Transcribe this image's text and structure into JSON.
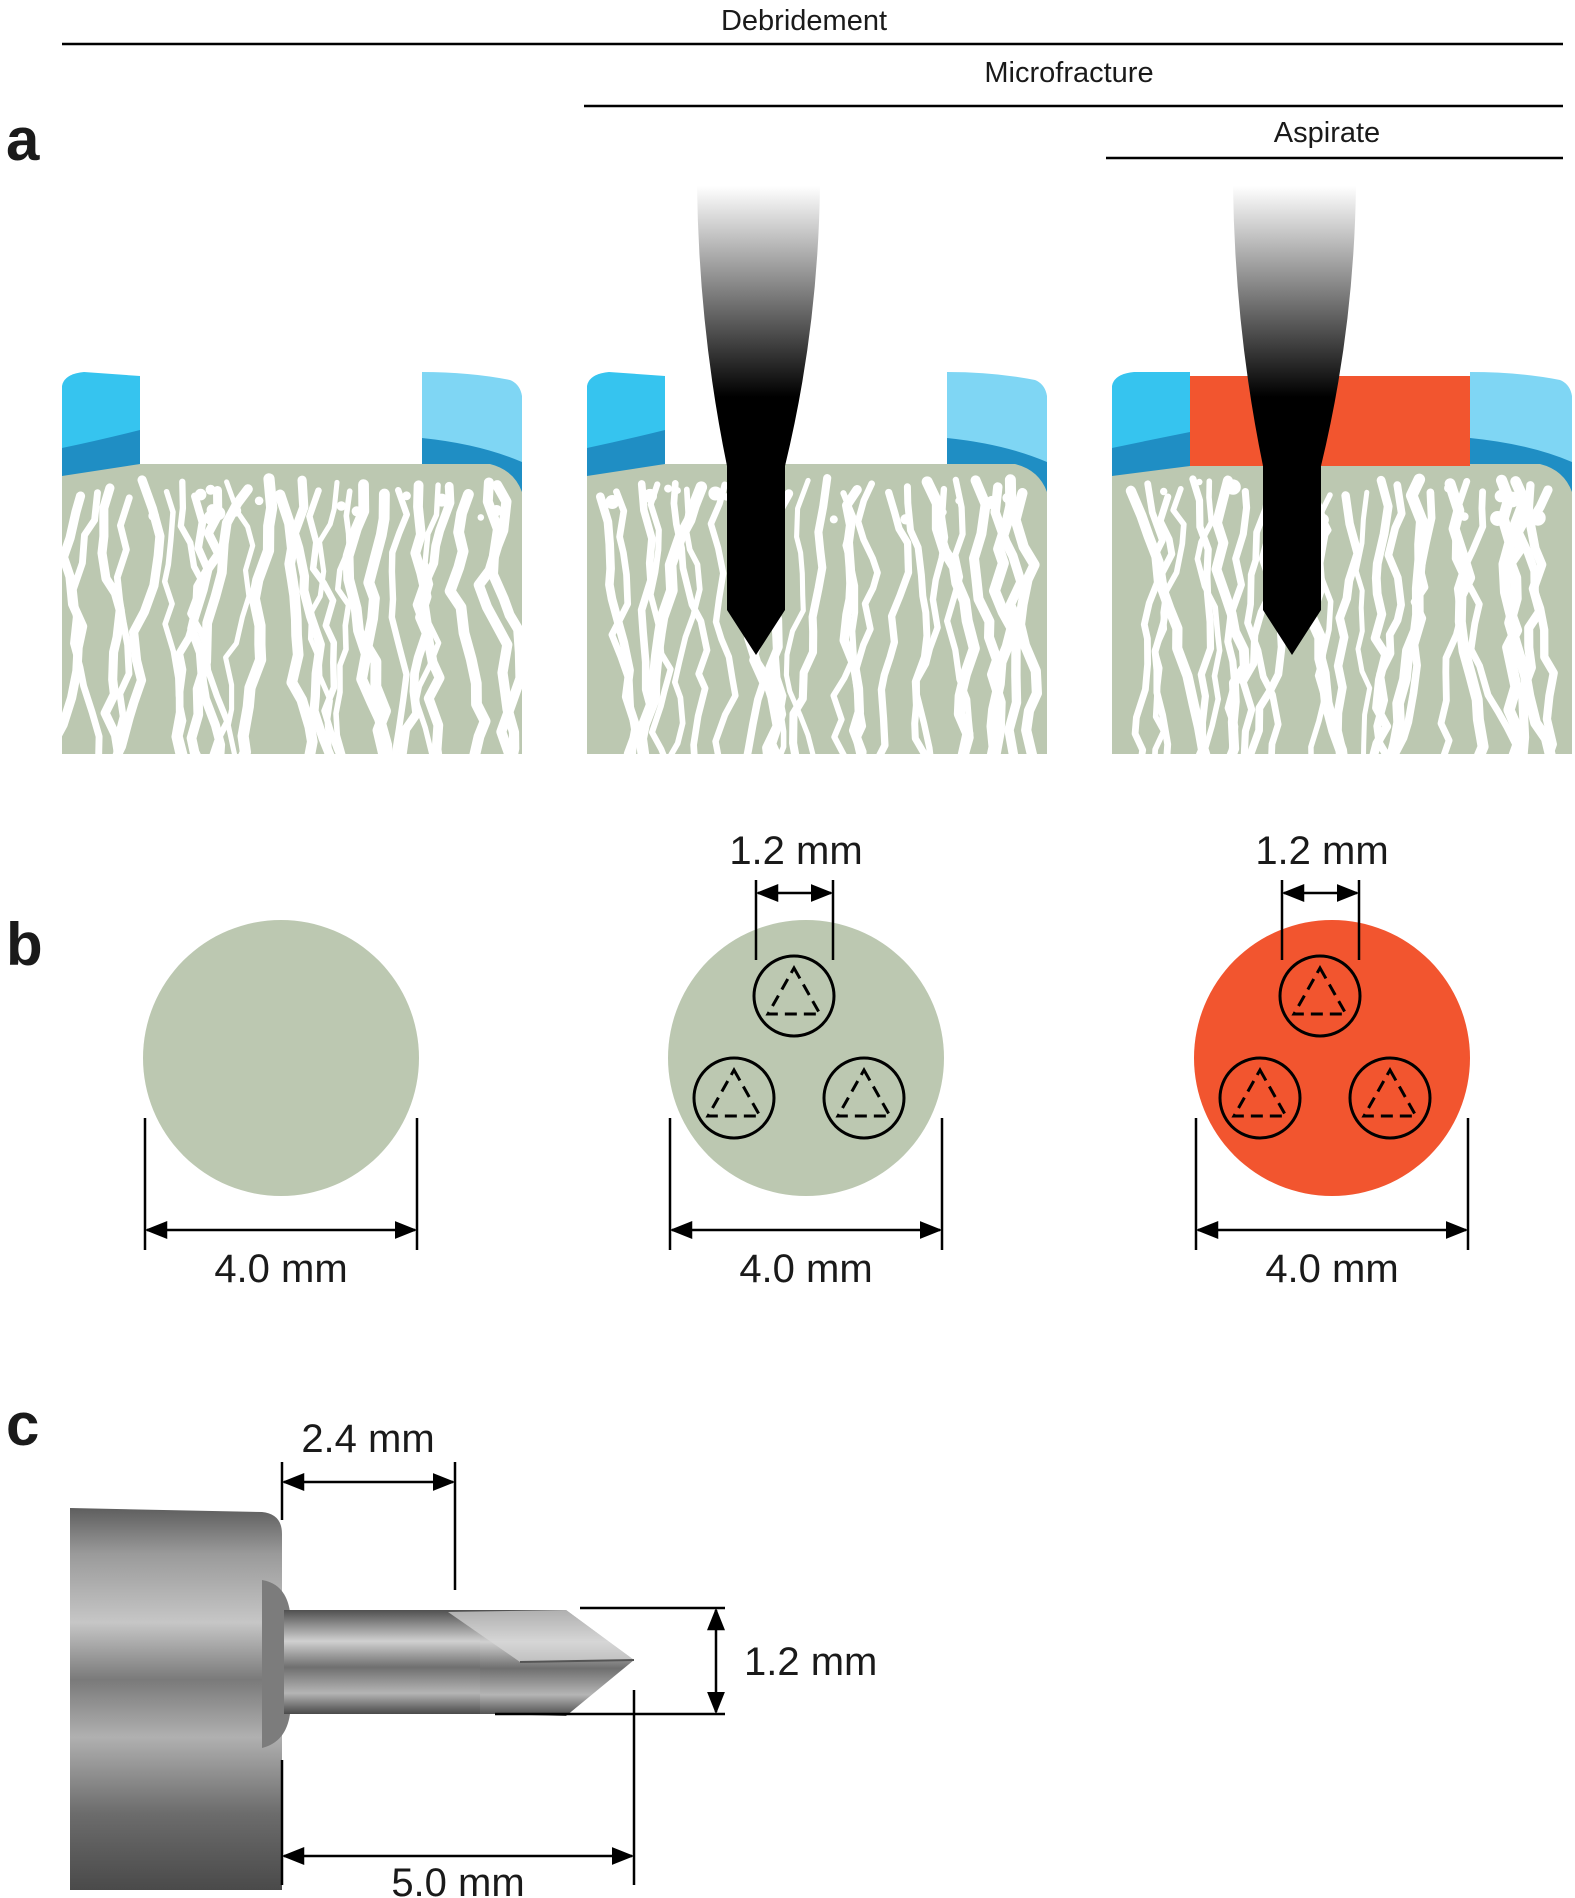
{
  "headers": {
    "debridement": "Debridement",
    "microfracture": "Microfracture",
    "aspirate": "Aspirate"
  },
  "panels": {
    "a": "a",
    "b": "b",
    "c": "c"
  },
  "dimensions": {
    "b_hole": "1.2 mm",
    "b_diameter": "4.0 mm",
    "c_tip_length": "2.4 mm",
    "c_tip_diameter": "1.2 mm",
    "c_total_length": "5.0 mm"
  },
  "colors": {
    "cartilage_dark": "#25a7dc",
    "cartilage_mid": "#36c4ef",
    "cartilage_light": "#7fd6f4",
    "bone": "#bcc8b1",
    "aspirate": "#f2552f",
    "awl": "#000000",
    "metal": "#8c8c8c"
  }
}
